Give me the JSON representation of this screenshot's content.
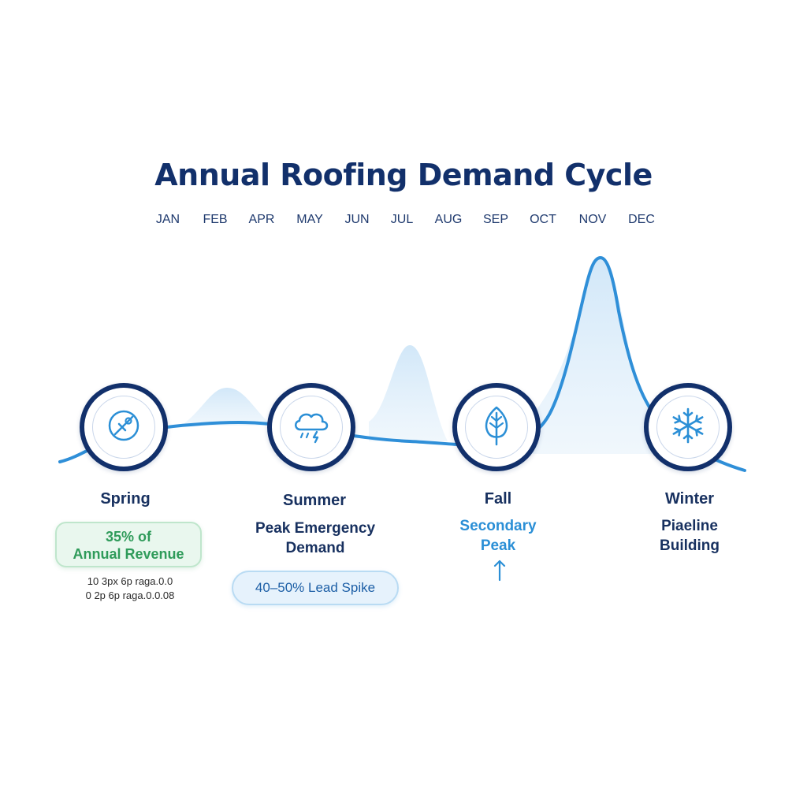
{
  "title": "Annual Roofing Demand Cycle",
  "months": [
    "JAN",
    "FEB",
    "APR",
    "MAY",
    "JUN",
    "JUL",
    "AUG",
    "SEP",
    "OCT",
    "NOV",
    "DEC"
  ],
  "colors": {
    "navy": "#12306b",
    "line_blue": "#2f8fd8",
    "fill_blue": "#d6eaf8",
    "green": "#2f9b5a"
  },
  "seasons": [
    {
      "name": "Spring",
      "icon": "compass-pin-icon"
    },
    {
      "name": "Summer",
      "icon": "storm-cloud-icon"
    },
    {
      "name": "Fall",
      "icon": "leaf-icon"
    },
    {
      "name": "Winter",
      "icon": "snowflake-icon"
    }
  ],
  "summer": {
    "line1": "Peak Emergency",
    "line2": "Demand"
  },
  "fall": {
    "line1": "Secondary",
    "line2": "Peak"
  },
  "winter": {
    "line1": "Piaeline",
    "line2": "Building"
  },
  "spring_badge": {
    "line1": "35% of",
    "line2": "Annual Revenue"
  },
  "summer_badge": "40–50% Lead Spike",
  "spring_notes": [
    "10 3px 6p raga.0.0",
    "0 2p 6p raga.0.0.08"
  ]
}
